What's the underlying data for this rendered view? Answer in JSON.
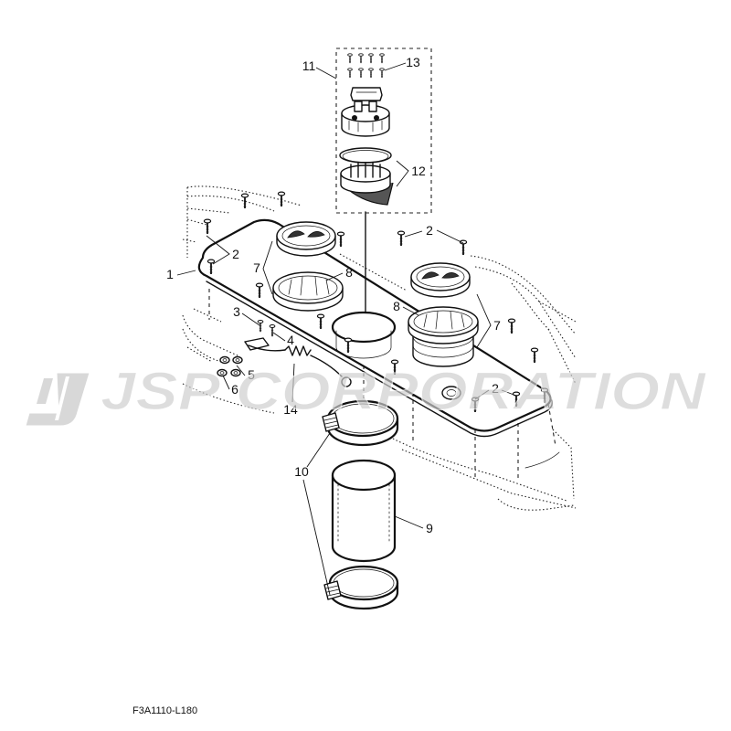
{
  "diagram": {
    "callouts": [
      "11",
      "13",
      "12",
      "2",
      "1",
      "7",
      "8",
      "2",
      "8",
      "7",
      "3",
      "4",
      "5",
      "6",
      "14",
      "2",
      "10",
      "9"
    ],
    "figure_code": "F3A1110-L180",
    "watermark": "JSP CORPORATION"
  },
  "colors": {
    "line": "#111111",
    "watermark": "#cdcdcd",
    "background": "#ffffff"
  }
}
